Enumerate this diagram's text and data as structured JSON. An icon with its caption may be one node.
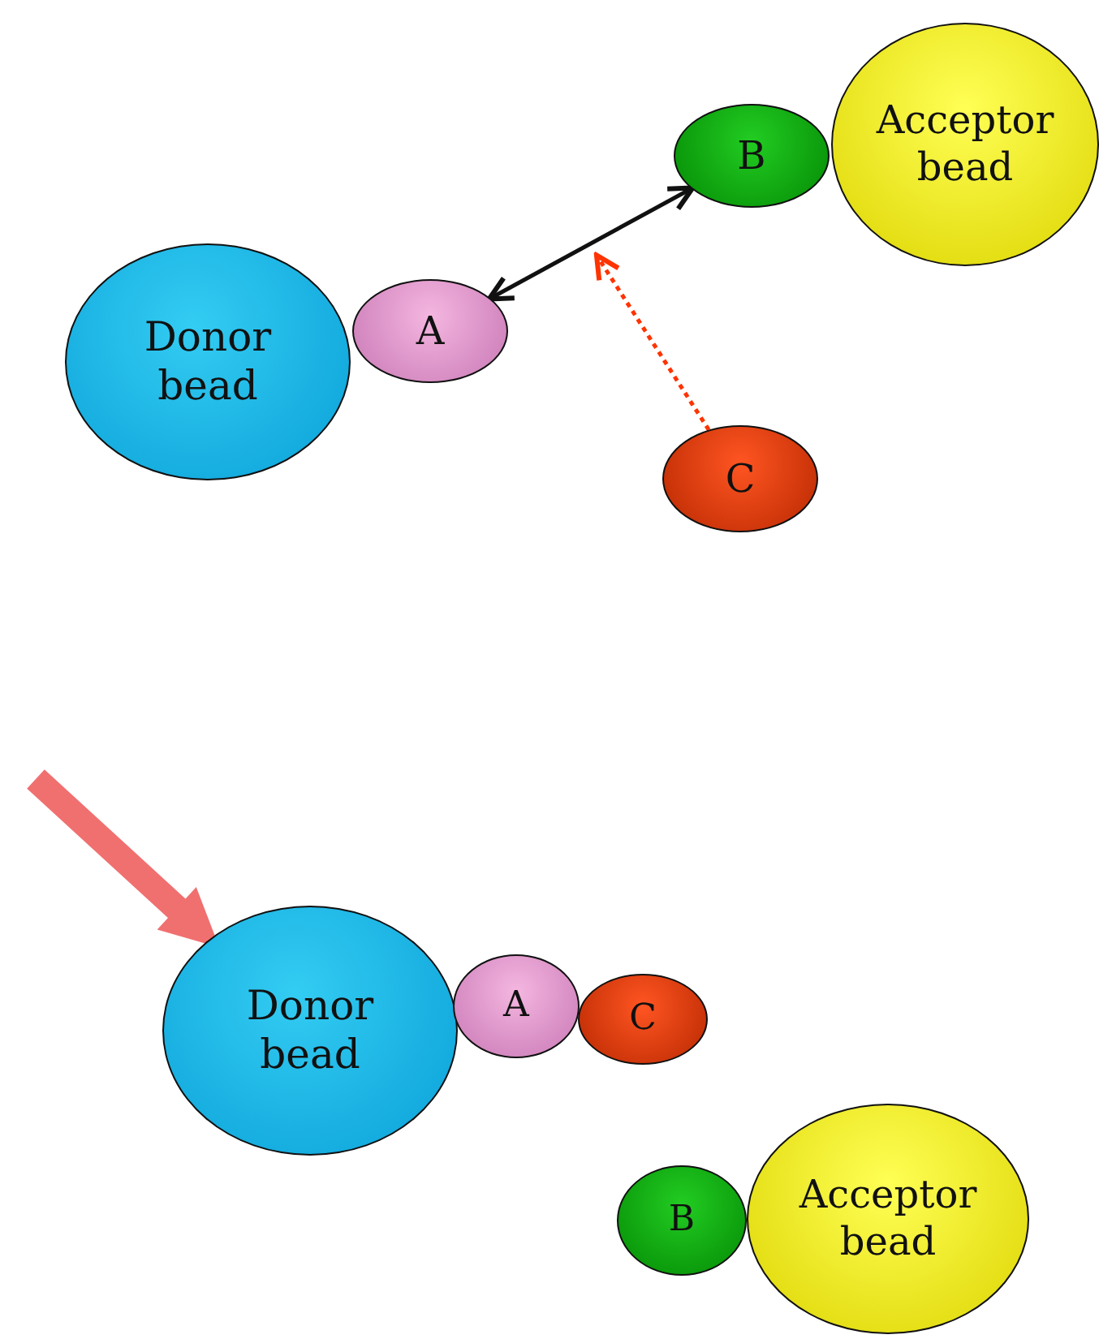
{
  "diagram": {
    "nodes": [
      {
        "text": [
          "Donor bead"
        ]
      },
      {
        "text": [
          "A"
        ]
      },
      {
        "text": [
          "B"
        ]
      },
      {
        "text": [
          "Acceptor bead"
        ]
      },
      {
        "text": [
          "C"
        ]
      },
      {
        "text": [
          "Donor bead"
        ]
      },
      {
        "text": [
          "A"
        ]
      },
      {
        "text": [
          "C"
        ]
      },
      {
        "text": [
          "B"
        ]
      },
      {
        "text": [
          "Acceptor bead"
        ]
      }
    ],
    "edges": [
      {
        "from": 1,
        "to": 2,
        "arrow": "both"
      },
      {
        "from": 4,
        "to": null,
        "arrow": "to",
        "style": "dashed",
        "color": "#ff3300"
      },
      {
        "from": null,
        "to": 5,
        "arrow": "to",
        "style": "thick",
        "color": "#f07070"
      }
    ]
  }
}
